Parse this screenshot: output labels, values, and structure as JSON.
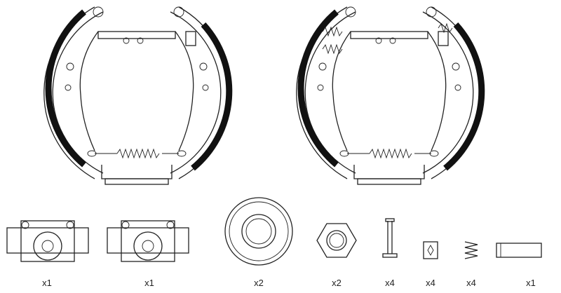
{
  "diagram": {
    "assemblies": [
      {
        "name": "brake-shoe-assembly-left"
      },
      {
        "name": "brake-shoe-assembly-right"
      }
    ],
    "parts": [
      {
        "name": "wheel-cylinder",
        "quantity": "x1"
      },
      {
        "name": "wheel-cylinder",
        "quantity": "x1"
      },
      {
        "name": "brake-drum-seal",
        "quantity": "x2"
      },
      {
        "name": "hex-nut",
        "quantity": "x2"
      },
      {
        "name": "hold-down-pin",
        "quantity": "x4"
      },
      {
        "name": "hold-down-cup",
        "quantity": "x4"
      },
      {
        "name": "hold-down-spring",
        "quantity": "x4"
      },
      {
        "name": "adjuster-sleeve",
        "quantity": "x1"
      }
    ],
    "line_color": "#222222",
    "lining_color": "#111111"
  }
}
